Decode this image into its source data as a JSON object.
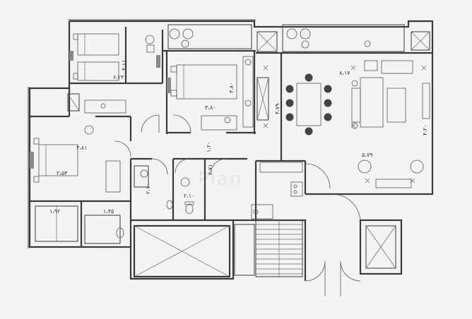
{
  "dimensions": {
    "master_bedroom_width": "۶،۲۳",
    "master_bedroom_depth": "۴،۱۱",
    "bedroom_two_width": "۳،۸۰",
    "bedroom_two_depth": "۳،۸۰",
    "bedroom_three_width": "۳،۸۱",
    "bedroom_three_depth": "۲،۵۴",
    "living_width": "۸،۱۷",
    "living_depth": "۴،۲۰",
    "dining_depth": "۴،۷۹",
    "terrace_depth": "۵،۷۹",
    "corridor": "۱،۲۰",
    "bath_one": "۲،۱۰",
    "wc_one": "۲،۱۰",
    "bath_two": "۱،۹۲",
    "wc_two": "۱،۳۵",
    "kitchen": "۲،۷۱"
  },
  "watermark": "Plan"
}
